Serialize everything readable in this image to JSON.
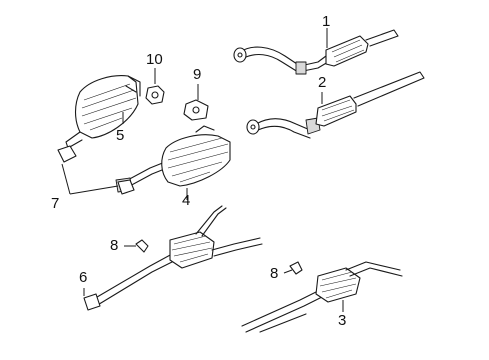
{
  "diagram": {
    "callouts": [
      {
        "id": "c1",
        "label": "1"
      },
      {
        "id": "c2",
        "label": "2"
      },
      {
        "id": "c3",
        "label": "3"
      },
      {
        "id": "c4",
        "label": "4"
      },
      {
        "id": "c5",
        "label": "5"
      },
      {
        "id": "c6",
        "label": "6"
      },
      {
        "id": "c7",
        "label": "7"
      },
      {
        "id": "c8a",
        "label": "8"
      },
      {
        "id": "c8b",
        "label": "8"
      },
      {
        "id": "c9",
        "label": "9"
      },
      {
        "id": "c10",
        "label": "10"
      }
    ]
  },
  "colors": {
    "line": "#1a1a1a",
    "background": "#ffffff",
    "shade": "#d9d9d9"
  }
}
